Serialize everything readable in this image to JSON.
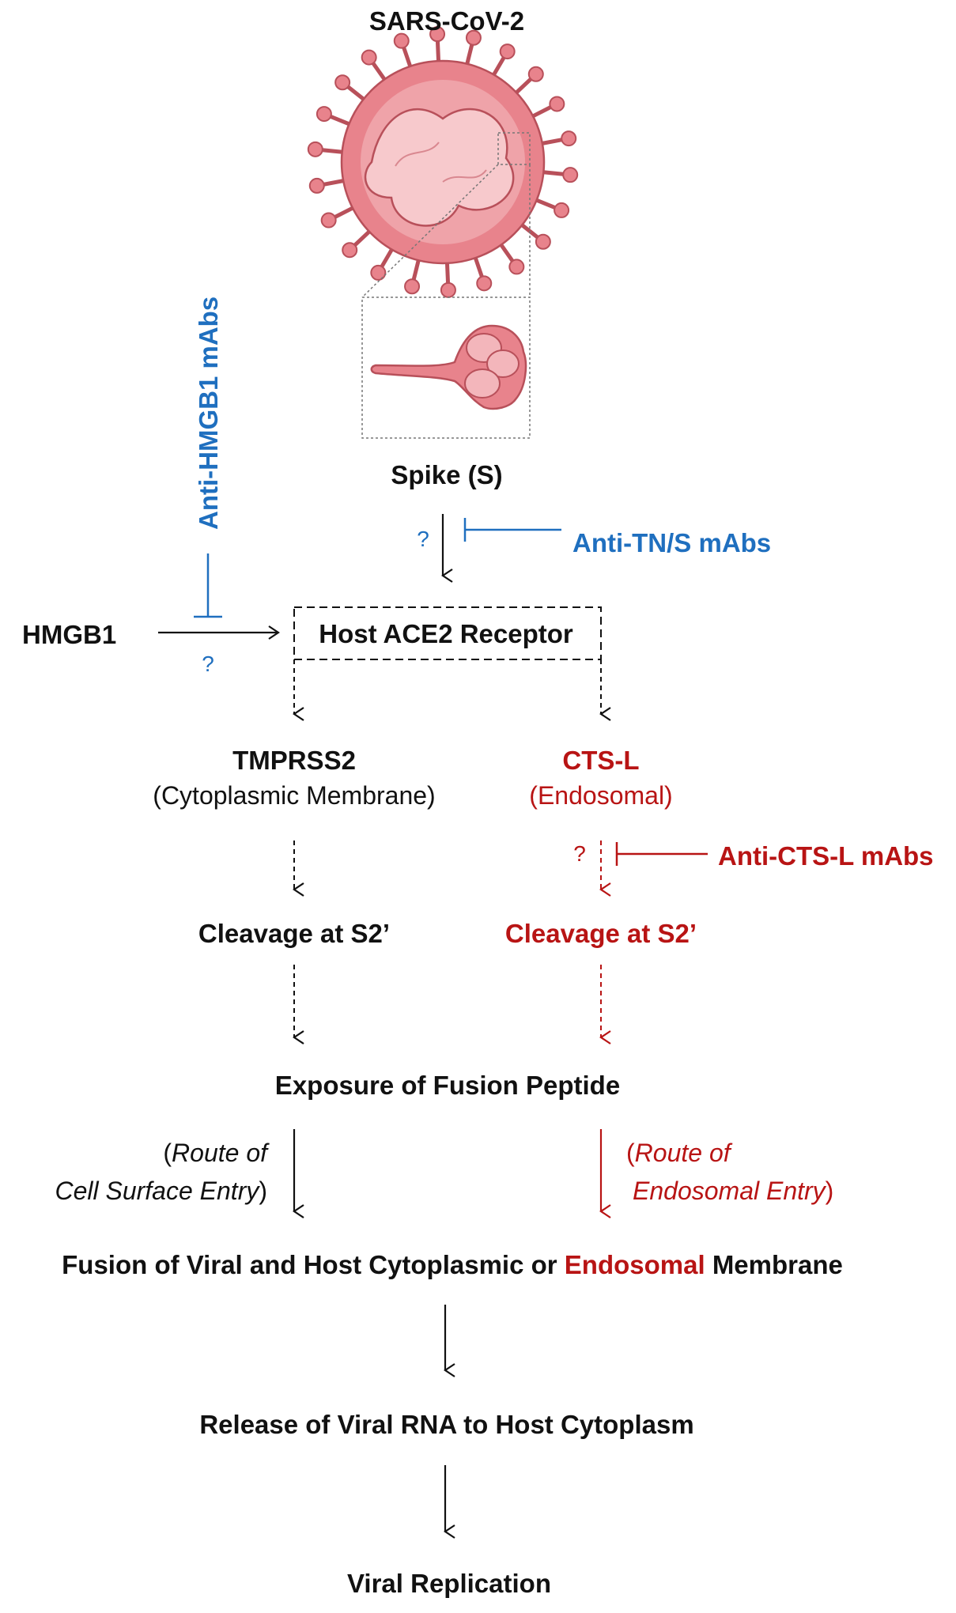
{
  "colors": {
    "black": "#111111",
    "blue": "#1f6fbf",
    "red": "#b81414",
    "virus_fill": "#e8838c",
    "virus_light": "#f3b6bb",
    "virus_stroke": "#b8505a",
    "virus_core": "#f7c9cc"
  },
  "nodes": {
    "virus_title": "SARS-CoV-2",
    "spike": "Spike (S)",
    "hmgb1": "HMGB1",
    "ace2": "Host ACE2 Receptor",
    "tmprss2": "TMPRSS2",
    "tmprss2_loc": "(Cytoplasmic Membrane)",
    "ctsl": "CTS-L",
    "ctsl_loc": "(Endosomal)",
    "cleavage_left": "Cleavage at S2’",
    "cleavage_right": "Cleavage at S2’",
    "exposure": "Exposure of Fusion Peptide",
    "fusion_prefix": "Fusion of Viral and Host Cytoplasmic or ",
    "fusion_highlight": "Endosomal",
    "fusion_suffix": " Membrane",
    "release": "Release of Viral RNA to Host Cytoplasm",
    "replication": "Viral Replication"
  },
  "inhibitors": {
    "anti_hmgb1": "Anti-HMGB1 mAbs",
    "anti_tns": "Anti-TN/S mAbs",
    "anti_ctsl": "Anti-CTS-L mAbs"
  },
  "unknowns": {
    "q_spike": "?",
    "q_hmgb1": "?",
    "q_ctsl": "?"
  },
  "routes": {
    "left_open": "(",
    "left_line1": "Route of",
    "left_line2": "Cell Surface Entry",
    "left_close": ")",
    "right_open": "(",
    "right_line1": "Route of",
    "right_line2": "Endosomal Entry",
    "right_close": ")"
  }
}
